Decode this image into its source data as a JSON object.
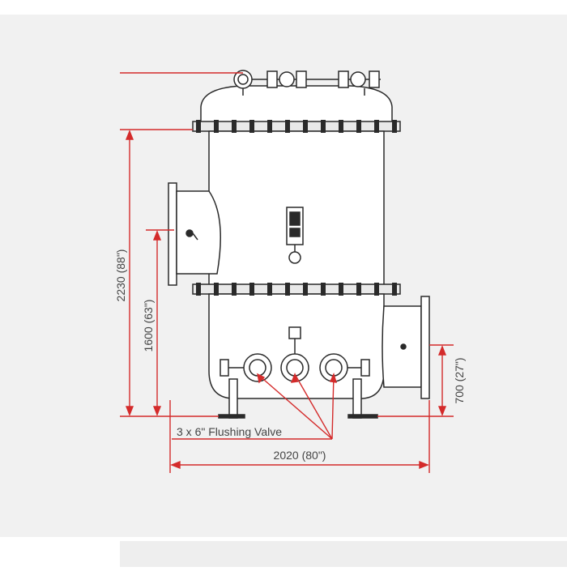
{
  "diagram": {
    "overall_height_label": "2230 (88\")",
    "inlet_height_label": "1600 (63\")",
    "outlet_height_label": "700 (27\")",
    "width_label": "2020 (80\")",
    "flushing_valve_label": "3 x 6\" Flushing Valve"
  },
  "colors": {
    "panel": "#f1f1f1",
    "dimension": "#d42b2b",
    "outline": "#2a2a2a",
    "text": "#444444"
  }
}
